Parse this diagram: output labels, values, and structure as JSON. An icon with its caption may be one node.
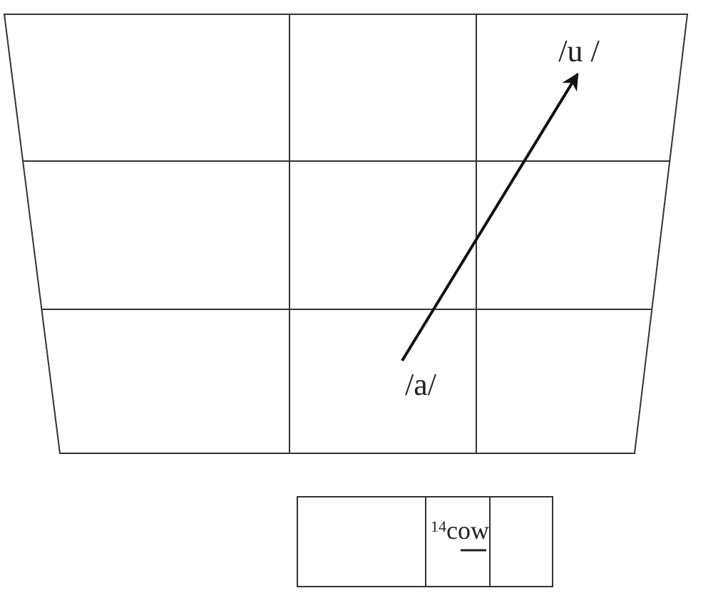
{
  "diagram": {
    "nodes": [
      {
        "text": [
          "/a/"
        ]
      },
      {
        "text": [
          "/u /"
        ]
      }
    ],
    "edges": [
      {
        "from": 0,
        "to": 1,
        "arrow": "to"
      }
    ],
    "labels": [
      "$^{14}$cow"
    ]
  }
}
